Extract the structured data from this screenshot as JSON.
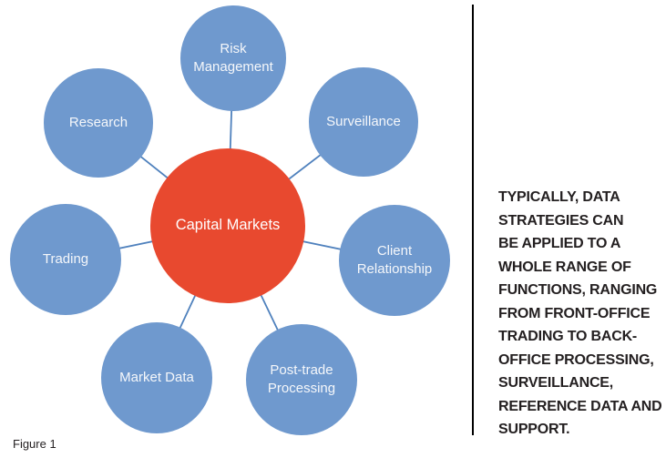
{
  "figure": {
    "caption": "Figure 1"
  },
  "diagram": {
    "center": {
      "label": "Capital Markets",
      "color": "#E8492F"
    },
    "node_color": "#6F99CE",
    "connector_color": "#4F81BD",
    "label_color": "#FFFFFF",
    "nodes": [
      {
        "label": "Risk Management"
      },
      {
        "label": "Surveillance"
      },
      {
        "label": "Client Relationship"
      },
      {
        "label": "Post-trade Processing"
      },
      {
        "label": "Market Data"
      },
      {
        "label": "Trading"
      },
      {
        "label": "Research"
      }
    ]
  },
  "sidebar": {
    "paragraph": "TYPICALLY, DATA\nSTRATEGIES CAN\nBE APPLIED TO A\nWHOLE RANGE OF\nFUNCTIONS, RANGING\nFROM FRONT-OFFICE\nTRADING TO BACK-\nOFFICE PROCESSING,\nSURVEILLANCE,\nREFERENCE DATA AND\nSUPPORT."
  }
}
